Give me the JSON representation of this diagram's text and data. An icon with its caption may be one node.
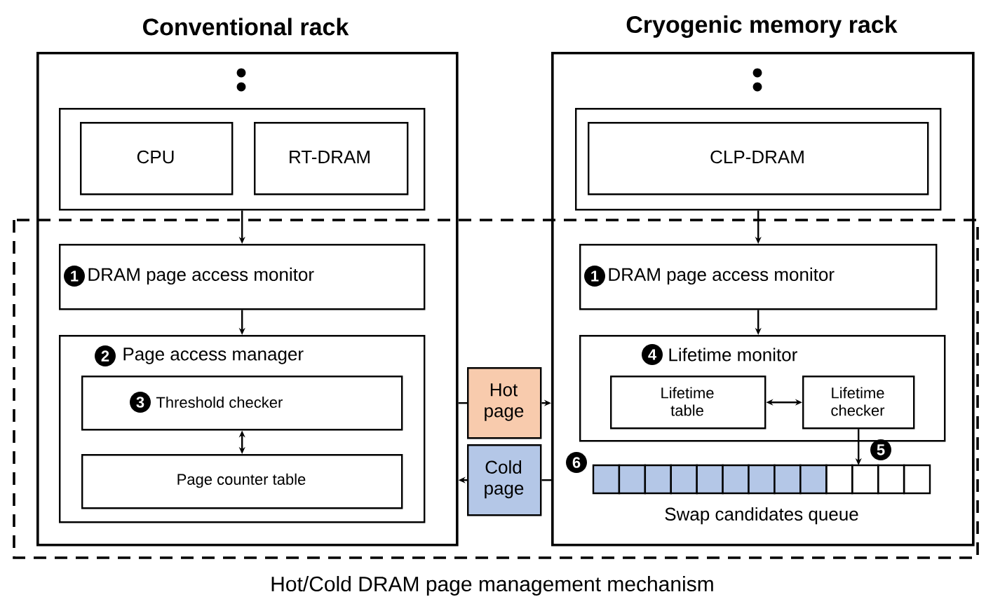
{
  "diagram": {
    "nodes": [
      {
        "text": [
          "Conventional rack"
        ]
      },
      {
        "text": [],
        "shape": "box",
        "in": 0
      },
      {
        "text": [
          "CPU"
        ],
        "in": 1
      },
      {
        "text": [
          "RT-DRAM"
        ],
        "in": 1
      },
      {
        "text": [
          "1",
          "DRAM page access monitor"
        ],
        "in": 0
      },
      {
        "text": [
          "2",
          "Page access manager"
        ],
        "in": 0
      },
      {
        "text": [
          "3",
          "Threshold checker"
        ],
        "in": 5
      },
      {
        "text": [
          "Page counter table"
        ],
        "in": 5
      },
      {
        "text": [
          "Cryogenic memory rack"
        ]
      },
      {
        "text": [],
        "shape": "box",
        "in": 8
      },
      {
        "text": [
          "CLP-DRAM"
        ],
        "in": 9
      },
      {
        "text": [
          "1",
          "DRAM page access monitor"
        ],
        "in": 8
      },
      {
        "text": [
          "4",
          "Lifetime monitor"
        ],
        "in": 8
      },
      {
        "text": [
          "Lifetime table"
        ],
        "in": 12
      },
      {
        "text": [
          "Lifetime checker"
        ],
        "in": 12
      },
      {
        "text": [
          "Swap candidates queue"
        ],
        "in": 8
      },
      {
        "text": [
          "Hot page"
        ]
      },
      {
        "text": [
          "Cold page"
        ]
      }
    ],
    "edges": [
      {
        "from": 1,
        "to": 4,
        "arrow": "to"
      },
      {
        "from": 4,
        "to": 5,
        "arrow": "to"
      },
      {
        "from": 6,
        "to": 7,
        "arrow": "both"
      },
      {
        "from": 9,
        "to": 11,
        "arrow": "to"
      },
      {
        "from": 11,
        "to": 12,
        "arrow": "to"
      },
      {
        "from": 13,
        "to": 14,
        "arrow": "both"
      },
      {
        "from": 14,
        "to": 15,
        "arrow": "to"
      },
      {
        "from": 0,
        "to": 16,
        "arrow": "none"
      },
      {
        "from": 16,
        "to": 8,
        "arrow": "to"
      },
      {
        "from": 8,
        "to": 17,
        "arrow": "none"
      },
      {
        "from": 17,
        "to": 0,
        "arrow": "to"
      }
    ],
    "labels": [
      "5",
      "6",
      "Hot/Cold DRAM page management mechanism"
    ]
  }
}
